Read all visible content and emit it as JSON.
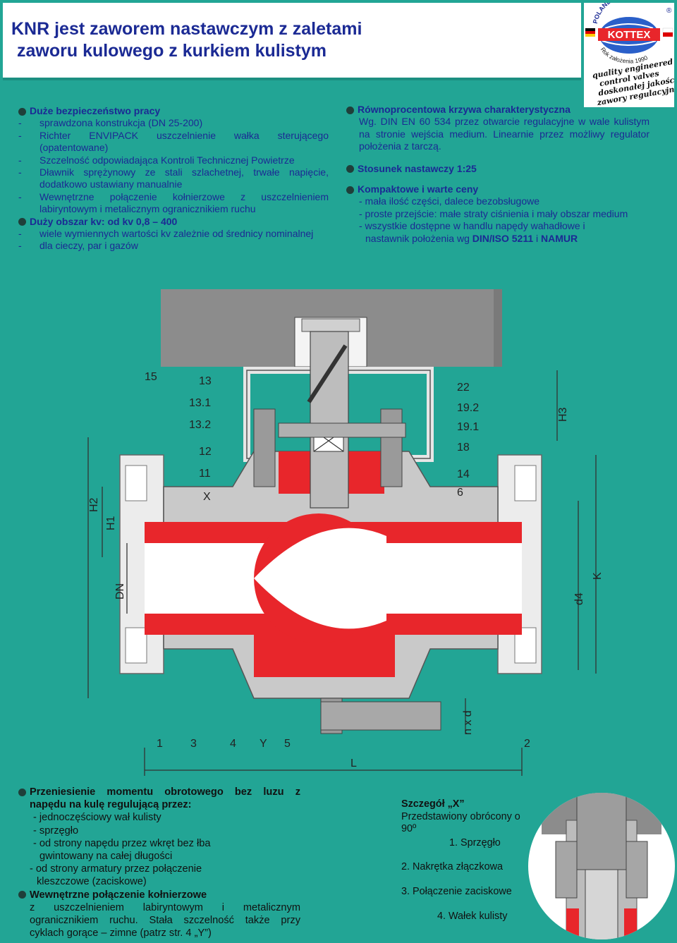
{
  "header": {
    "title_line1": "KNR jest zaworem nastawczym z zaletami",
    "title_line2": "zaworu kulowego z kurkiem kulistym"
  },
  "logo": {
    "arc_text": "POLAND / POLSKA",
    "brand": "KOTTEX",
    "registered": "®",
    "year_text": "Rok założenia 1990",
    "slogan": [
      "quality engineered",
      "control valves",
      "doskonałej jakości",
      "zawory regulacyjne"
    ]
  },
  "left_top": {
    "h1": "Duże bezpieczeństwo pracy",
    "dash": "-",
    "items1": [
      "sprawdzona konstrukcja (DN 25-200)",
      "Richter ENVIPACK uszczelnienie wałka sterującego (opatentowane)",
      "Szczelność odpowiadająca Kontroli Technicznej Powietrze",
      "Dławnik sprężynowy ze stali szlachetnej, trwałe napięcie, dodatkowo ustawiany manualnie",
      "Wewnętrzne połączenie kołnierzowe z uszczelnieniem labiryntowym i metalicznym ogranicznikiem ruchu"
    ],
    "h2": "Duży obszar kv: od kv 0,8 – 400",
    "items2": [
      "wiele wymiennych wartości kv zależnie od średnicy nominalnej",
      "dla cieczy, par i gazów"
    ]
  },
  "right_top": {
    "h1": "Równoprocentowa krzywa charakterystyczna",
    "p1": "Wg. DIN EN 60 534 przez otwarcie regulacyjne w wale kulistym na stronie wejścia medium. Linearnie przez możliwy regulator położenia z tarczą.",
    "h2": "Stosunek nastawczy 1:25",
    "h3": "Kompaktowe i warte ceny",
    "items": [
      "- mała ilość części, dalece bezobsługowe",
      "- proste przejście: małe straty ciśnienia i mały obszar medium",
      "- wszystkie dostępne w handlu napędy wahadłowe i"
    ],
    "last_line_prefix": "nastawnik położenia wg ",
    "last_line_b1": "DIN/ISO 5211",
    "last_line_mid": " i ",
    "last_line_b2": "NAMUR"
  },
  "drawing": {
    "labels_left": [
      "15",
      "13",
      "13.1",
      "13.2",
      "12",
      "11",
      "X"
    ],
    "labels_right": [
      "22",
      "19.2",
      "19.1",
      "18",
      "14",
      "6"
    ],
    "labels_bottom": [
      "1",
      "3",
      "4",
      "Y",
      "5",
      "2"
    ],
    "dims": [
      "H3",
      "H2",
      "H1",
      "DN",
      "d4",
      "K",
      "n x d",
      "L"
    ]
  },
  "bottom_left": {
    "h1_line1": "Przeniesienie momentu obrotowego bez luzu z",
    "h1_line2": "napędu na kulę regulującą przez:",
    "items": [
      "- jednoczęściowy wał kulisty",
      "- sprzęgło",
      "- od strony napędu przez wkręt bez łba"
    ],
    "item3_cont": "gwintowany na całej długości",
    "item4": "- od strony armatury przez połączenie",
    "item4_cont": "kleszczowe (zaciskowe)",
    "h2": "Wewnętrzne połączenie kołnierzowe",
    "p_line1": "z uszczelnieniem labiryntowym i metalicznym",
    "p_line2": "ogranicznikiem ruchu. Stała szczelność także przy",
    "p_line3": "cyklach gorące – zimne (patrz str. 4 „Y”)"
  },
  "detail": {
    "title": "Szczegół „X”",
    "sub1": "Przedstawiony obrócony o",
    "sub2": "90º",
    "parts": [
      "1. Sprzęgło",
      "2. Nakrętka złączkowa",
      "3. Połączenie zaciskowe",
      "4. Wałek kulisty"
    ]
  },
  "colors": {
    "background": "#22a595",
    "title": "#1b2a94",
    "red": "#e8262b",
    "grey": "#8c8c8c"
  }
}
